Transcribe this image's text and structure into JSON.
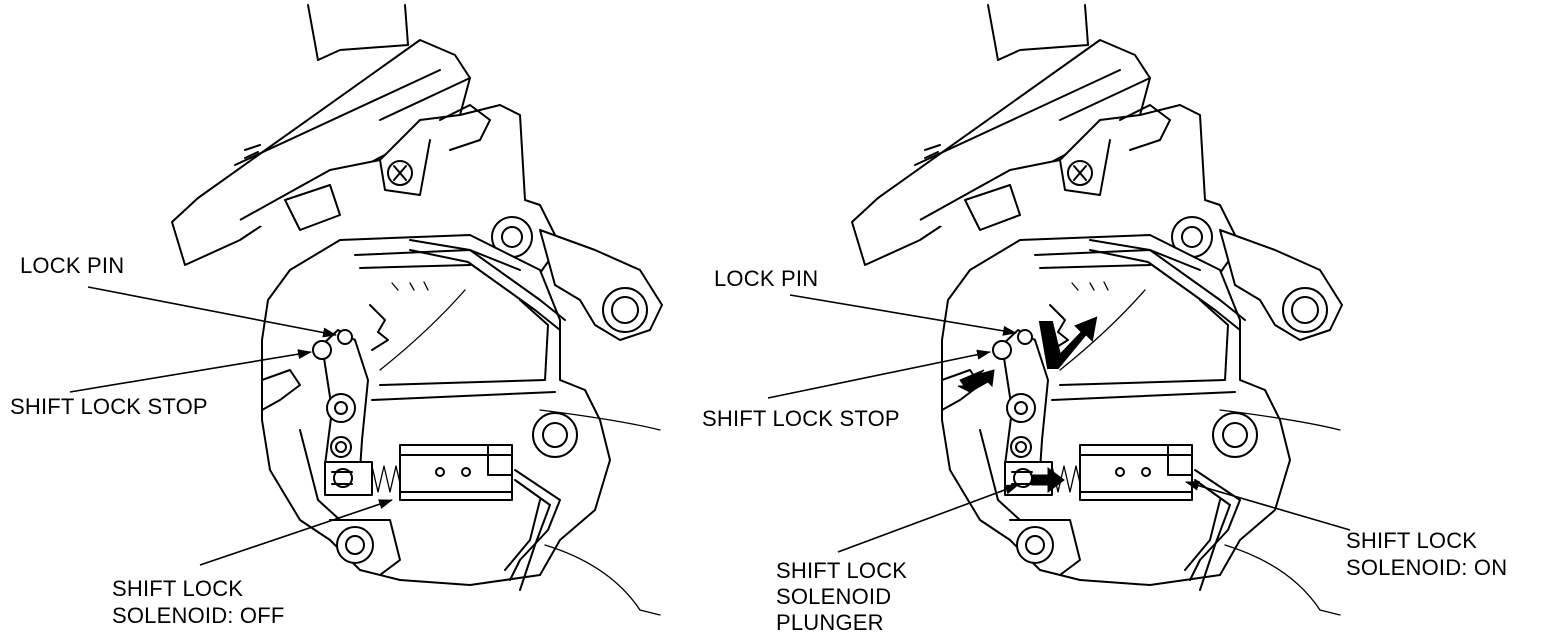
{
  "left_panel": {
    "lock_pin_label": "LOCK PIN",
    "shift_lock_stop_label": "SHIFT LOCK STOP",
    "solenoid_label_line1": "SHIFT LOCK",
    "solenoid_label_line2": "SOLENOID: OFF"
  },
  "right_panel": {
    "lock_pin_label": "LOCK PIN",
    "shift_lock_stop_label": "SHIFT LOCK STOP",
    "plunger_label_line1": "SHIFT LOCK",
    "plunger_label_line2": "SOLENOID",
    "plunger_label_line3": "PLUNGER",
    "solenoid_label_line1": "SHIFT LOCK",
    "solenoid_label_line2": "SOLENOID: ON"
  }
}
